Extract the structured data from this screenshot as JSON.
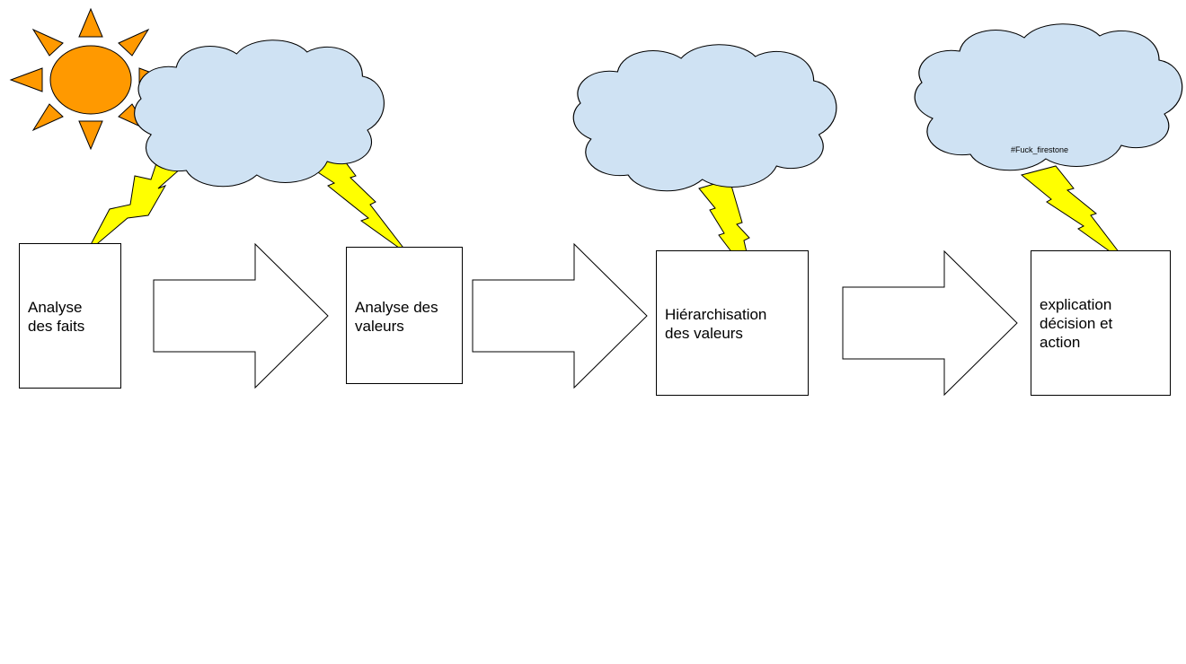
{
  "steps": [
    {
      "label_line1": "Analyse",
      "label_line2": "des faits"
    },
    {
      "label_line1": "Analyse des",
      "label_line2": "valeurs"
    },
    {
      "label_line1": "Hiérarchisation",
      "label_line2": "des valeurs"
    },
    {
      "label_line1": "explication",
      "label_line2": "décision et",
      "label_line3": "action"
    }
  ],
  "cloud_tag": "#Fuck_firestone",
  "icons": [
    "sun-icon",
    "cloud-icon",
    "lightning-icon",
    "right-arrow-icon"
  ],
  "colors": {
    "sun_fill": "#ff9900",
    "cloud_fill": "#cfe2f3",
    "lightning_fill": "#ffff00",
    "outline": "#000000",
    "box_fill": "#ffffff"
  }
}
